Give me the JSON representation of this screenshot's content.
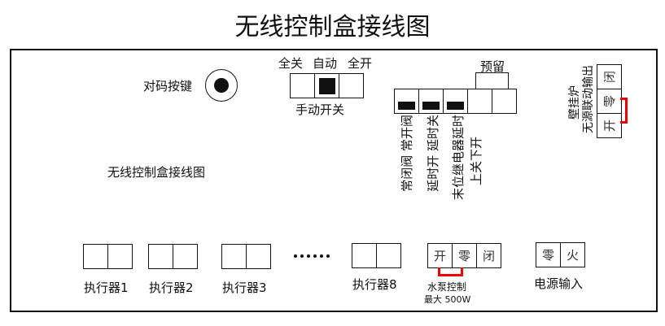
{
  "title": "无线控制盒接线图",
  "pair_button_label": "对码按键",
  "mode_labels": [
    "全关",
    "自动",
    "全开"
  ],
  "manual_switch_label": "手动开关",
  "reserved_label": "预留",
  "jumper_labels": [
    "常闭阀  常开阀",
    "延时开  延时关",
    "末位继电器延时",
    "上关下开"
  ],
  "boiler_labels": [
    "壁挂炉",
    "无源联动输出"
  ],
  "boiler_terminals": [
    "闭",
    "零",
    "开"
  ],
  "subtitle": "无线控制盒接线图",
  "actuators": [
    "执行器1",
    "执行器2",
    "执行器3",
    "执行器8"
  ],
  "pump_terminals": [
    "开",
    "零",
    "闭"
  ],
  "pump_label": "水泵控制",
  "pump_max": "最大 500W",
  "power_terminals": [
    "零",
    "火"
  ],
  "power_label": "电源输入",
  "colors": {
    "jumper_wire": "#ee0000"
  }
}
